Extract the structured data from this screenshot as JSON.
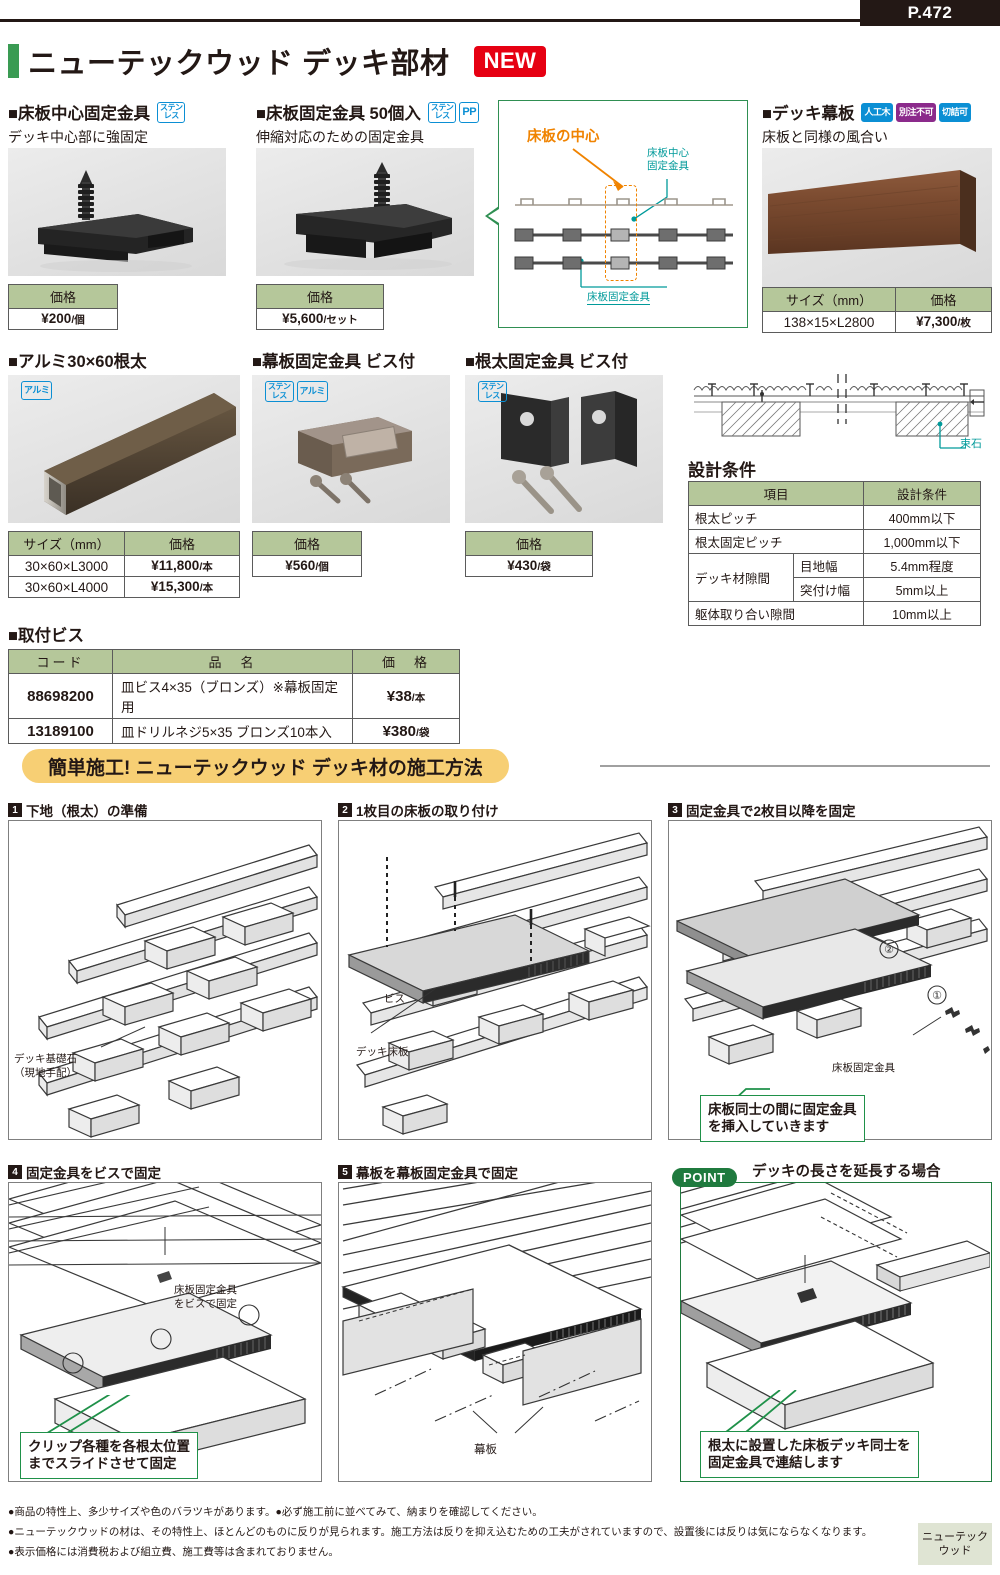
{
  "header": {
    "page_number": "P.472"
  },
  "title": {
    "text": "ニューテックウッド デッキ部材",
    "badge": "NEW"
  },
  "products": [
    {
      "name": "■床板中心固定金具",
      "badges": [
        "ステンレス"
      ],
      "sub": "デッキ中心部に強固定",
      "table": {
        "headers": [
          "価格"
        ],
        "rows": [
          [
            "¥200",
            "/個"
          ]
        ]
      }
    },
    {
      "name": "■床板固定金具 50個入",
      "badges": [
        "ステンレス",
        "PP"
      ],
      "sub": "伸縮対応のための固定金具",
      "table": {
        "headers": [
          "価格"
        ],
        "rows": [
          [
            "¥5,600",
            "/セット"
          ]
        ]
      }
    },
    {
      "name": "■デッキ幕板",
      "badges": [
        "人工木",
        "別注不可",
        "切詰可"
      ],
      "sub": "床板と同様の風合い",
      "table": {
        "headers": [
          "サイズ（mm）",
          "価格"
        ],
        "rows": [
          [
            "138×15×L2800",
            "¥7,300",
            "/枚"
          ]
        ]
      }
    },
    {
      "name": "■アルミ30×60根太",
      "badges": [
        "アルミ"
      ],
      "sub": "",
      "table": {
        "headers": [
          "サイズ（mm）",
          "価格"
        ],
        "rows": [
          [
            "30×60×L3000",
            "¥11,800",
            "/本"
          ],
          [
            "30×60×L4000",
            "¥15,300",
            "/本"
          ]
        ]
      }
    },
    {
      "name": "■幕板固定金具 ビス付",
      "badges": [
        "ステンレス",
        "アルミ"
      ],
      "sub": "",
      "table": {
        "headers": [
          "価格"
        ],
        "rows": [
          [
            "¥560",
            "/個"
          ]
        ]
      }
    },
    {
      "name": "■根太固定金具 ビス付",
      "badges": [
        "ステンレス"
      ],
      "sub": "",
      "table": {
        "headers": [
          "価格"
        ],
        "rows": [
          [
            "¥430",
            "/袋"
          ]
        ]
      }
    }
  ],
  "center_diagram": {
    "title_center": "床板の中心",
    "label_center_clip": "床板中心\n固定金具",
    "label_clip": "床板固定金具"
  },
  "section_diagram": {
    "label_tuka": "束石"
  },
  "design_conditions": {
    "title": "設計条件",
    "headers": [
      "項目",
      "設計条件"
    ],
    "rows": [
      {
        "item": "根太ピッチ",
        "sub": "",
        "value": "400mm以下"
      },
      {
        "item": "根太固定ピッチ",
        "sub": "",
        "value": "1,000mm以下"
      },
      {
        "item": "デッキ材隙間",
        "sub": "目地幅",
        "value": "5.4mm程度"
      },
      {
        "item": "",
        "sub": "突付け幅",
        "value": "5mm以上"
      },
      {
        "item": "躯体取り合い隙間",
        "sub": "",
        "value": "10mm以上"
      }
    ]
  },
  "screws": {
    "title": "■取付ビス",
    "headers": [
      "コード",
      "品　名",
      "価　格"
    ],
    "rows": [
      {
        "code": "88698200",
        "name": "皿ビス4×35（ブロンズ）※幕板固定用",
        "price": "¥38",
        "unit": "/本"
      },
      {
        "code": "13189100",
        "name": "皿ドリルネジ5×35 ブロンズ10本入",
        "price": "¥380",
        "unit": "/袋"
      }
    ]
  },
  "install": {
    "ribbon": "簡単施工! ニューテックウッド デッキ材の施工方法",
    "steps": [
      {
        "num": "1",
        "label": "下地（根太）の準備"
      },
      {
        "num": "2",
        "label": "1枚目の床板の取り付け"
      },
      {
        "num": "3",
        "label": "固定金具で2枚目以降を固定"
      },
      {
        "num": "4",
        "label": "固定金具をビスで固定"
      },
      {
        "num": "5",
        "label": "幕板を幕板固定金具で固定"
      }
    ],
    "point_badge": "POINT",
    "point_title": "デッキの長さを延長する場合",
    "labels": {
      "s1_base": "デッキ基礎石\n（現地手配）",
      "s2_screw": "ビス",
      "s2_deck": "デッキ床板",
      "s3_clip": "床板固定金具",
      "s4_clip": "床板固定金具\nをビスで固定",
      "s5_skirt": "幕板"
    },
    "callouts": {
      "s3": "床板同士の間に固定金具\nを挿入していきます",
      "s4": "クリップ各種を各根太位置\nまでスライドさせて固定",
      "point": "根太に設置した床板デッキ同士を\n固定金具で連結します"
    }
  },
  "footer": {
    "notes": [
      "●商品の特性上、多少サイズや色のバラツキがあります。●必ず施工前に並べてみて、納まりを確認してください。",
      "●ニューテックウッドの材は、その特性上、ほとんどのものに反りが見られます。施工方法は反りを抑え込むための工夫がされていますので、設置後には反りは気にならなくなります。",
      "●表示価格には消費税および組立費、施工費等は含まれておりません。"
    ],
    "brand": "ニューテック\nウッド"
  },
  "colors": {
    "accent_green": "#3a9b53",
    "badge_red": "#e60012",
    "table_head": "#b5c79a",
    "ribbon": "#f7cf74",
    "orange": "#f08300",
    "teal": "#009a9a",
    "dark": "#231815"
  }
}
